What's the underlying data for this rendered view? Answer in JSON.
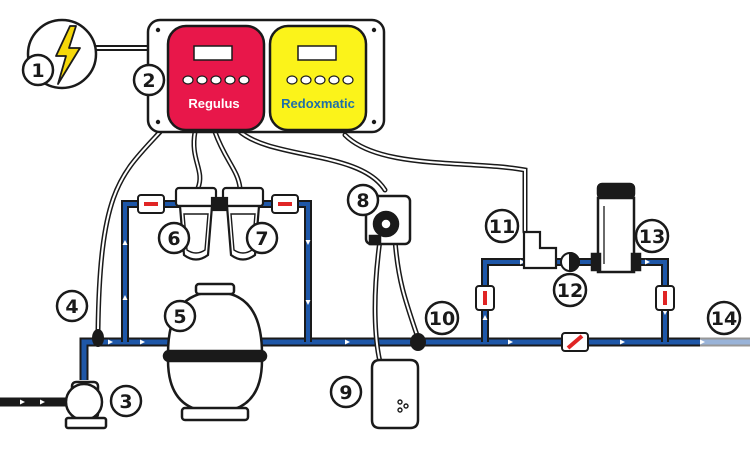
{
  "controllers": {
    "left": {
      "brand": "Regulus",
      "color": "#e8174a"
    },
    "right": {
      "brand": "Redoxmatic",
      "color": "#fbf31a",
      "text_color": "#1f6fa8"
    }
  },
  "callouts": [
    {
      "label": "1",
      "component": "power supply"
    },
    {
      "label": "2",
      "component": "control panel"
    },
    {
      "label": "3",
      "component": "circulation pump"
    },
    {
      "label": "4",
      "component": "sensor tap"
    },
    {
      "label": "5",
      "component": "sand filter"
    },
    {
      "label": "6",
      "component": "probe holder left"
    },
    {
      "label": "7",
      "component": "probe holder right"
    },
    {
      "label": "8",
      "component": "dosing pump"
    },
    {
      "label": "9",
      "component": "chemical tank"
    },
    {
      "label": "10",
      "component": "injection point"
    },
    {
      "label": "11",
      "component": "flow tee"
    },
    {
      "label": "12",
      "component": "flow valve"
    },
    {
      "label": "13",
      "component": "chlorine feeder"
    },
    {
      "label": "14",
      "component": "return line"
    }
  ],
  "colors": {
    "pipe": "#1e57a8",
    "pipe_light": "#7fb3e6",
    "outline": "#1a1a1a",
    "valve_mark": "#e02525",
    "bolt": "#f5d80a",
    "panel": "#ffffff"
  },
  "icons": {
    "power": "lightning-bolt-icon"
  }
}
